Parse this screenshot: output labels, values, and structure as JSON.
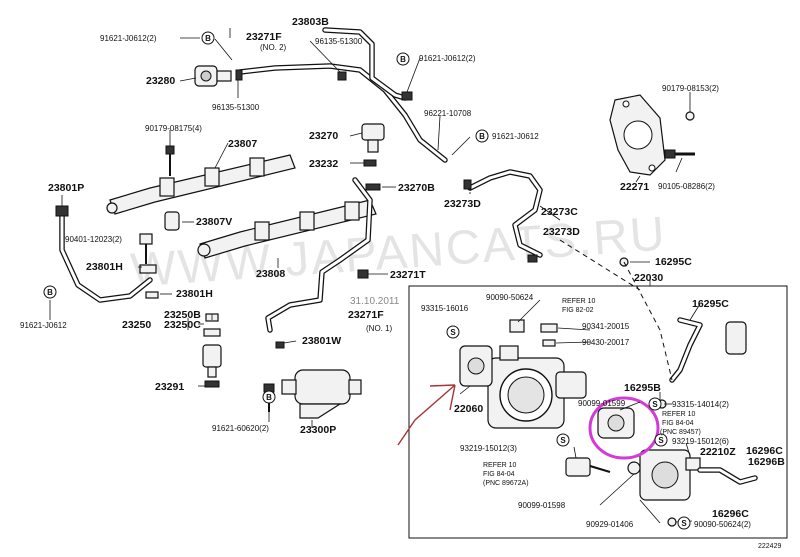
{
  "watermark": "WWW.JAPANCATS.RU",
  "stamp_date": "31.10.2011",
  "figure_number": "222429",
  "badges": {
    "b": "B",
    "s": "S"
  },
  "labels": {
    "l23803b": "23803B",
    "l91621_j0612_2a": "91621-J0612(2)",
    "l23271f_2": "23271F",
    "no2": "(NO. 2)",
    "l96135_a": "96135-51300",
    "l91621_j0612_2b": "91621-J0612(2)",
    "l23280": "23280",
    "l96135_b": "96135-51300",
    "l96221": "96221-10708",
    "l91621_j0612_c": "91621-J0612",
    "l90179_4": "90179-08175(4)",
    "l23807": "23807",
    "l23270": "23270",
    "l23232": "23232",
    "l23270b": "23270B",
    "l90179_2": "90179-08153(2)",
    "l23801p": "23801P",
    "l23273d_a": "23273D",
    "l23273c": "23273C",
    "l22271": "22271",
    "l90105": "90105-08286(2)",
    "l23807v": "23807V",
    "l90401": "90401-12023(2)",
    "l23273d_b": "23273D",
    "l22030": "22030",
    "l16295c_a": "16295C",
    "l23801h_a": "23801H",
    "l23808": "23808",
    "l23271t": "23271T",
    "l23801h_b": "23801H",
    "l90090_a": "90090-50624",
    "refer10_a": "REFER 10",
    "fig_a": "FIG 82-02",
    "l16295c_b": "16295C",
    "l91621_j0612_d": "91621-J0612",
    "l23250b": "23250B",
    "l23250": "23250",
    "l23250c": "23250C",
    "l93315_16016": "93315-16016",
    "l90341": "90341-20015",
    "l23271f_1": "23271F",
    "no1": "(NO. 1)",
    "l23801w": "23801W",
    "l90430": "90430-20017",
    "l16295b": "16295B",
    "l23291": "23291",
    "l90099_01599": "90099-01599",
    "l93315_14014": "93315-14014(2)",
    "refer10_b": "REFER 10",
    "fig_b": "FIG 84-04",
    "l22060": "22060",
    "l91621_60620": "91621-60620(2)",
    "l23300p": "23300P",
    "pnc_b": "(PNC 89457)",
    "l93219_6": "93219-15012(6)",
    "l16296c_a": "16296C",
    "l93219_3": "93219-15012(3)",
    "l22210z": "22210Z",
    "l16296b": "16296B",
    "refer10_c": "REFER 10",
    "fig_c": "FIG 84-04",
    "pnc_c": "(PNC 89672A)",
    "l90099_01598": "90099-01598",
    "l16296c_b": "16296C",
    "l90929": "90929-01406",
    "l90090_b": "90090-50624(2)"
  }
}
